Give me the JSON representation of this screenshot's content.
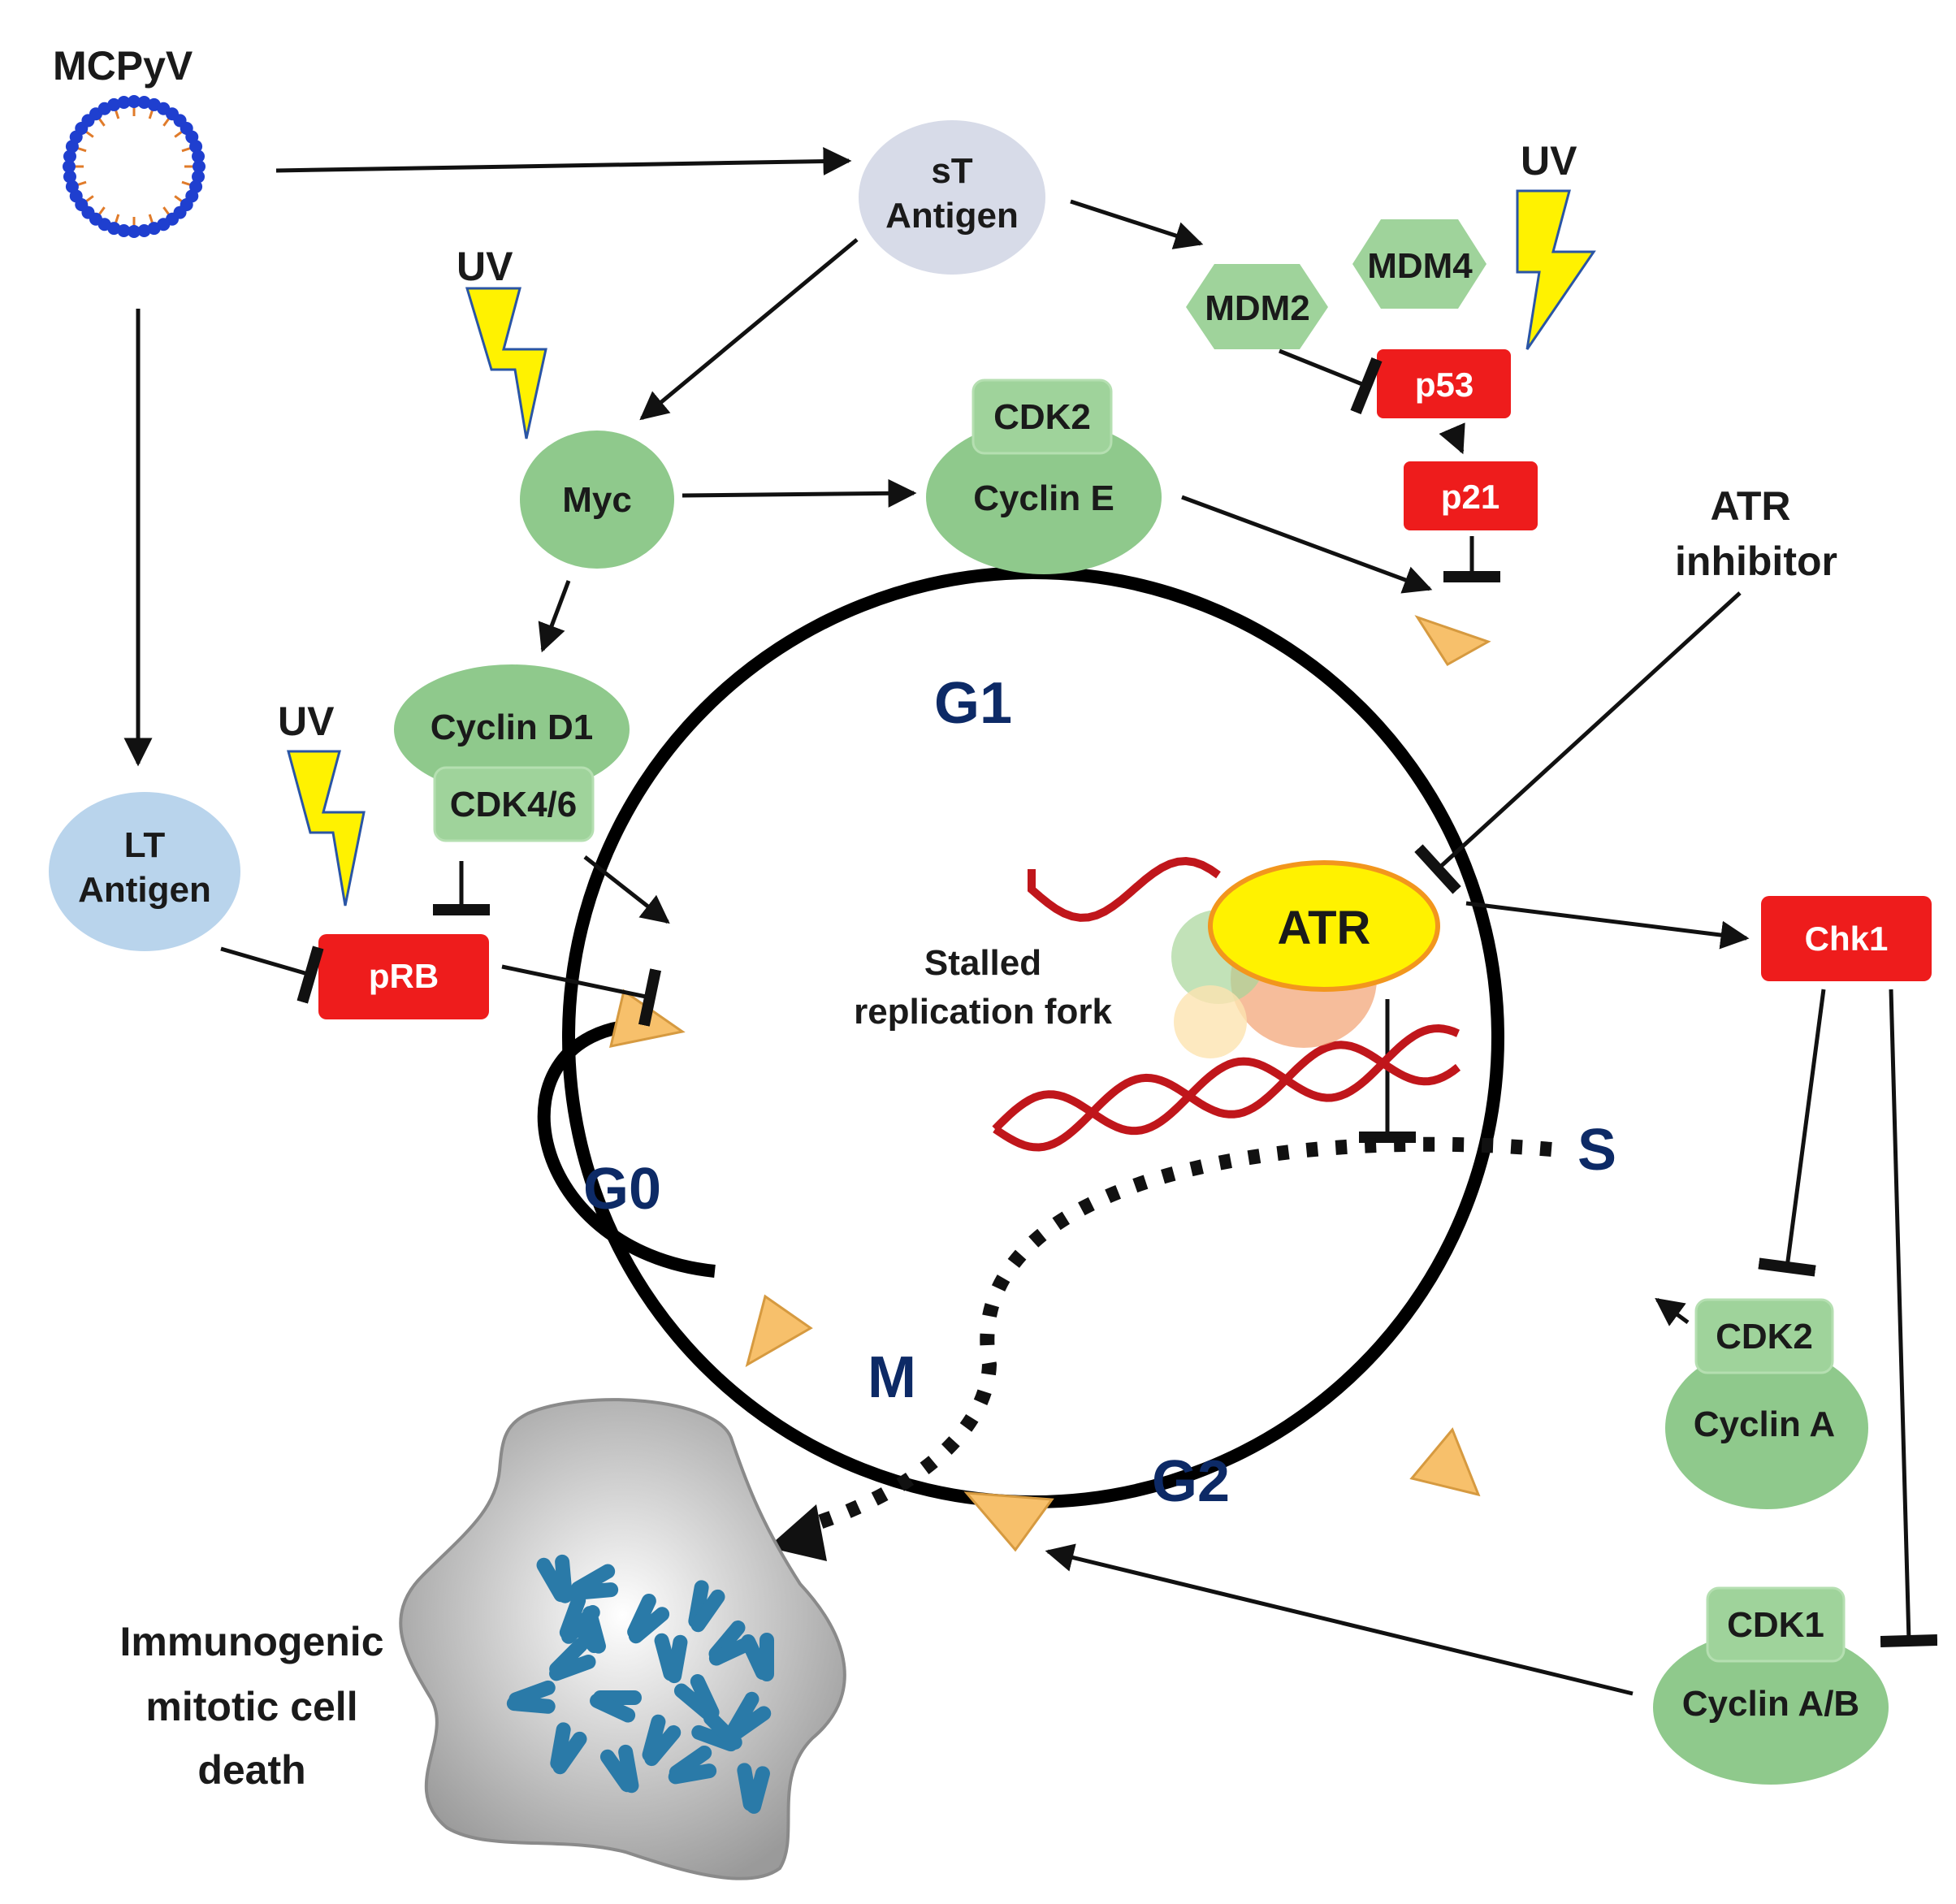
{
  "labels": {
    "virus": "MCPyV",
    "st_line1": "sT",
    "st_line2": "Antigen",
    "lt_line1": "LT",
    "lt_line2": "Antigen",
    "uv": "UV",
    "mdm2": "MDM2",
    "mdm4": "MDM4",
    "p53": "p53",
    "p21": "p21",
    "myc": "Myc",
    "cdk2": "CDK2",
    "cyclin_e": "Cyclin E",
    "cyclin_d1": "Cyclin D1",
    "cdk46": "CDK4/6",
    "prb": "pRB",
    "atr_inhibitor_line1": "ATR",
    "atr_inhibitor_line2": "inhibitor",
    "atr": "ATR",
    "stalled_line1": "Stalled",
    "stalled_line2": "replication fork",
    "chk1": "Chk1",
    "cdk2_a": "CDK2",
    "cyclin_a": "Cyclin A",
    "cdk1": "CDK1",
    "cyclin_ab": "Cyclin A/B",
    "death_line1": "Immunogenic",
    "death_line2": "mitotic cell",
    "death_line3": "death"
  },
  "phases": {
    "g1": "G1",
    "s": "S",
    "g2": "G2",
    "m": "M",
    "g0": "G0"
  },
  "colors": {
    "green_node": "#8fc98c",
    "green_box": "#9fd39b",
    "red_node": "#ee1c1c",
    "blue_node": "#b9d4ec",
    "grey_node": "#d7dbe8",
    "atr_yellow": "#fff200",
    "phase_text": "#0d2a66",
    "arrowhead_tan": "#f7c06b",
    "dna_red": "#c0161b",
    "chromosome_blue": "#2a7aa8"
  }
}
